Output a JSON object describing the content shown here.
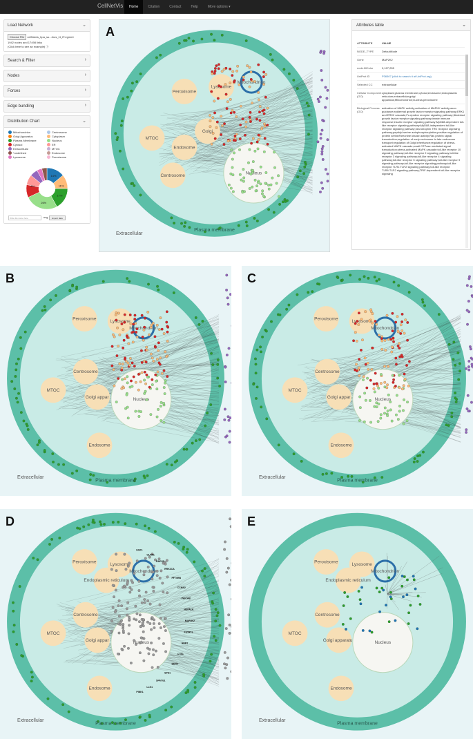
{
  "app": {
    "brand": "CellNetVis",
    "nav": [
      "Home",
      "Citation",
      "Contact",
      "Help",
      "More options ▾"
    ]
  },
  "sidebar": {
    "load": {
      "title": "Load Network",
      "choose_label": "Choose File",
      "file_name": "celfirstvis_hpa_su...rbus_lrt_IF.egmmt",
      "stats": "1942 nodes and 17498 links",
      "example_prefix": "(Click here to see an example)",
      "info_icon": "info-circle-icon"
    },
    "sections": [
      "Search & Filter",
      "Nodes",
      "Forces",
      "Edge bundling"
    ],
    "dist": {
      "title": "Distribution Chart",
      "legend": [
        {
          "label": "Mitochondrion",
          "color": "#1f77b4"
        },
        {
          "label": "Centrosome",
          "color": "#aec7e8"
        },
        {
          "label": "Golgi Apparatus",
          "color": "#ff7f0e"
        },
        {
          "label": "Cytoplasm",
          "color": "#ffbb78"
        },
        {
          "label": "Plasma Membrane",
          "color": "#2ca02c"
        },
        {
          "label": "Nucleus",
          "color": "#98df8a"
        },
        {
          "label": "Cytosol",
          "color": "#d62728"
        },
        {
          "label": "ER",
          "color": "#ff9896"
        },
        {
          "label": "Extracellular",
          "color": "#9467bd"
        },
        {
          "label": "MTOC",
          "color": "#c5b0d5"
        },
        {
          "label": "*undefined",
          "color": "#8c564b"
        },
        {
          "label": "Endosome",
          "color": "#c49c94"
        },
        {
          "label": "Lysosome",
          "color": "#e377c2"
        },
        {
          "label": "Peroxisome",
          "color": "#f7b6d2"
        }
      ],
      "pie_labels": [
        "14%",
        "11%",
        "17%",
        "26%",
        "8%"
      ],
      "export_placeholder": "Write file name here",
      "export_ext": ".svg",
      "export_btn": "Export data"
    }
  },
  "attributes": {
    "title": "Attributes table",
    "col_attr": "ATTRIBUTE",
    "col_value": "VALUE",
    "rows": [
      {
        "k": "NODE_TYPE",
        "v": "DefaultNode"
      },
      {
        "k": "Gene",
        "v": "MAP2K2"
      },
      {
        "k": "node.fillColor",
        "v": "0,127,255"
      },
      {
        "k": "UniProt ID",
        "v": "P36507 (click to search it at UniProt.org)",
        "link": true
      },
      {
        "k": "Selected CC",
        "v": "extracellular"
      },
      {
        "k": "Cellular Component (GO)",
        "v": "cytoplasm;plasma membrane;cytosol;endosome;endoplasmic reticulum;extracellular;golgi apparatus;Mitochondrion;nucleus;peroxisome"
      },
      {
        "k": "Biological Process (GO)",
        "v": "activation of MAPK activity;activation of MAPKK activity;axon guidance;epidermal growth factor receptor signaling pathway;ERK1 and ERK2 cascade;Fc-epsilon receptor signaling pathway;fibroblast growth factor receptor signaling pathway;innate immune response;insulin receptor signaling pathway;MyD88-dependent toll-like receptor signaling pathway;MyD88-independent toll-like receptor signaling pathway;neurotrophin TRK receptor signaling pathway;peptidyl-serine autophosphorylation;positive regulation of protein serine/threonine kinase activity;Ras protein signal transduction;regulation of early endosome to late endosome transport;regulation of Golgi inheritance;regulation of stress-activated MAPK cascade;small GTPase mediated signal transduction;stress-activated MAPK cascade;toll-like receptor 10 signaling pathway;toll-like receptor 2 signaling pathway;toll-like receptor 3 signaling pathway;toll-like receptor 4 signaling pathway;toll-like receptor 5 signaling pathway;toll-like receptor 9 signaling pathway;toll-like receptor signaling pathway;toll-like receptor TLR1:TLR2 signaling pathway;toll-like receptor TLR6:TLR2 signaling pathway;TRIF-dependent toll-like receptor signaling"
      }
    ]
  },
  "panels": [
    {
      "letter": "A",
      "organelles": [
        "Peroxisome",
        "Lysosome",
        "Mitochondrion",
        "MTOC",
        "Golgi",
        "Endosome",
        "Centrosome",
        "Nucleus"
      ],
      "membrane": "Plasma membrane",
      "extracellular": "Extracellular"
    },
    {
      "letter": "B",
      "organelles": [
        "Peroxisome",
        "Lysosome",
        "Mitochondrion",
        "Centrosome",
        "MTOC",
        "Golgi appar",
        "Nucleus",
        "Endosome"
      ],
      "membrane": "Plasma membrane",
      "extracellular": "Extracellular"
    },
    {
      "letter": "C",
      "organelles": [
        "Peroxisome",
        "Lysosome",
        "Mitochondrion",
        "Centrosome",
        "MTOC",
        "Golgi appar",
        "Nucleus",
        "Endosome"
      ],
      "membrane": "Plasma membrane",
      "extracellular": "Extracellular"
    },
    {
      "letter": "D",
      "organelles": [
        "Peroxisome",
        "Lysosome",
        "Mitochondrion",
        "Endoplasmic reticulum",
        "Centrosome",
        "MTOC",
        "Golgi appar",
        "Nucleus",
        "Endosome"
      ],
      "membrane": "Plasma membrane",
      "extracellular": "Extracellular",
      "genes": [
        "EGF1",
        "GLRF1",
        "RAP2B",
        "RRK2CA",
        "PFT0RB",
        "CCNB2",
        "PAICAB",
        "HSPA1A",
        "MAP2K2",
        "FSTAT1",
        "HHR1",
        "CTB1",
        "BERF",
        "SPS1",
        "SPATG1",
        "LLK1",
        "PINK1"
      ]
    },
    {
      "letter": "E",
      "organelles": [
        "Peroxisome",
        "Lysosome",
        "Mitochondrion",
        "Endoplasmic reticulum",
        "Centrosome",
        "MTOC",
        "Golgi apparatus",
        "Nucleus",
        "Endosome"
      ],
      "membrane": "Plasma membrane",
      "extracellular": "Extracellular"
    }
  ]
}
